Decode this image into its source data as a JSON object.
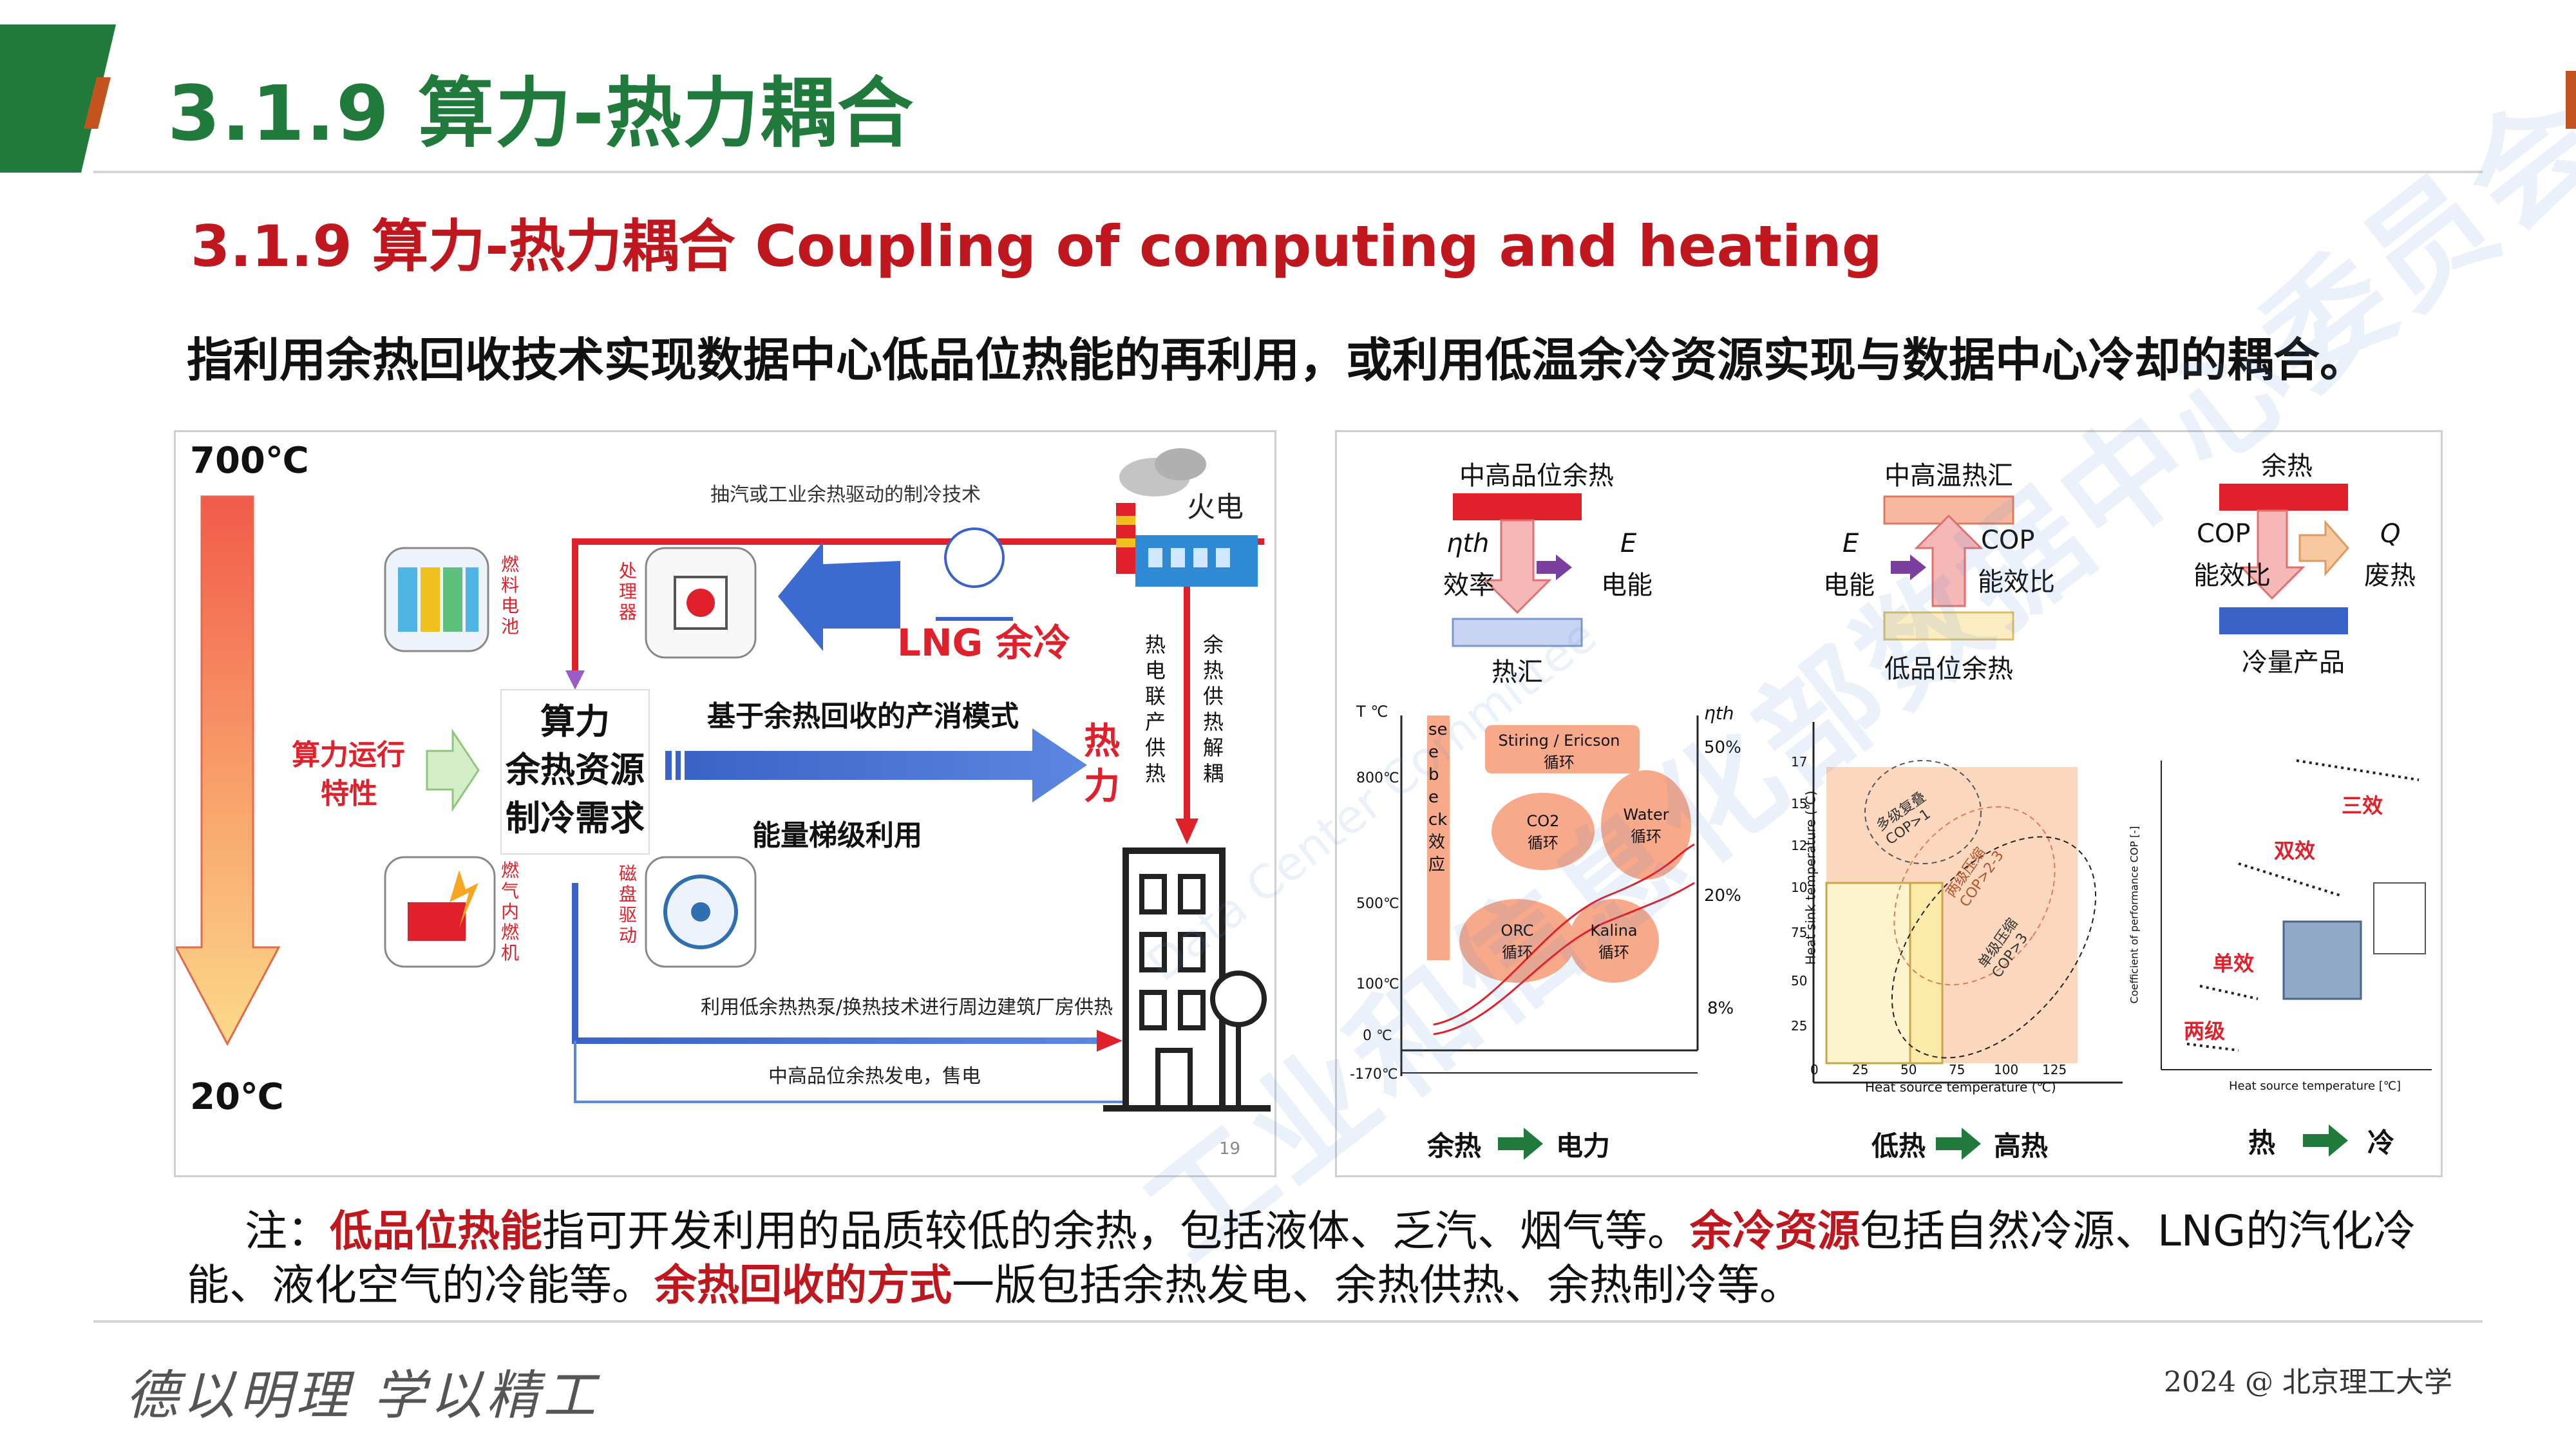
{
  "header": {
    "title": "3.1.9  算力-热力耦合",
    "subtitle": "3.1.9 算力-热力耦合  Coupling of computing and heating",
    "definition": "指利用余热回收技术实现数据中心低品位热能的再利用，或利用低温余冷资源实现与数据中心冷却的耦合。"
  },
  "watermark": {
    "cn": "工业和信息化部数据中心委员会",
    "en": "Data Center Committee"
  },
  "left_figure": {
    "temp_high": "700℃",
    "temp_low": "20℃",
    "fuel_cell": "燃料电池",
    "processor": "处理器",
    "gas_engine": "燃气内燃机",
    "disk_drive": "磁盘驱动",
    "lng": "LNG 余冷",
    "fire_power": "火电",
    "top_route": "抽汽或工业余热驱动的制冷技术",
    "center": "算力余热资源制冷需求",
    "center_l1": "算力",
    "center_l2": "余热资源",
    "center_l3": "制冷需求",
    "compute_char_l1": "算力运行",
    "compute_char_l2": "特性",
    "mode": "基于余热回收的产消模式",
    "cascade": "能量梯级利用",
    "heat_l1": "热",
    "heat_l2": "力",
    "chp": "热电联产供热",
    "waste_heat_decouple": "余热供热解耦",
    "low_heat_pump": "利用低余热热泵/换热技术进行周边建筑厂房供热",
    "mid_high_gen": "中高品位余热发电，售电",
    "page_no": "19",
    "colors": {
      "red": "#e0202a",
      "blue": "#3a63c7",
      "orange": "#f08a3c"
    }
  },
  "right_figure": {
    "d1": {
      "top": "中高品位余热",
      "eta": "ηth",
      "eta_cn": "效率",
      "e": "E",
      "e_cn": "电能",
      "bottom": "热汇"
    },
    "d2": {
      "top": "中高温热汇",
      "e": "E",
      "e_cn": "电能",
      "cop": "COP",
      "cop_cn": "能效比",
      "bottom": "低品位余热"
    },
    "d3": {
      "top": "余热",
      "cop": "COP",
      "cop_cn": "能效比",
      "q": "Q",
      "q_cn": "废热",
      "bottom": "冷量产品"
    },
    "c1": {
      "ylabel": "T ℃",
      "y2label": "ηth",
      "ticks": [
        "800℃",
        "500℃",
        "100℃",
        "0 ℃",
        "-170℃"
      ],
      "ticks2": [
        "50%",
        "20%",
        "8%"
      ],
      "seebeck": "seebeck效应",
      "cycles": [
        "Stiring / Ericson 循环",
        "CO2 循环",
        "Water 循环",
        "ORC 循环",
        "Kalina 循环"
      ],
      "caption_from": "余热",
      "caption_to": "电力"
    },
    "c2": {
      "ylabel": "Heat sink temperature (℃)",
      "xlabel": "Heat source temperature (℃)",
      "xticks": [
        "0",
        "25",
        "50",
        "75",
        "100",
        "125"
      ],
      "yticks": [
        "17",
        "15",
        "12",
        "10",
        "75",
        "50",
        "25"
      ],
      "zones": [
        "多级复叠 COP>1",
        "两级压缩 COP>2-3",
        "单级压缩 COP>3"
      ],
      "caption_from": "低热",
      "caption_to": "高热"
    },
    "c3": {
      "ylabel": "Coefficient of performance COP [-]",
      "xlabel": "Heat source temperature [℃]",
      "labels": [
        "三效",
        "双效",
        "单效",
        "两级"
      ],
      "caption_from": "热",
      "caption_to": "冷"
    }
  },
  "note": {
    "prefix": "注：",
    "t1": "低品位热能",
    "s1": "指可开发利用的品质较低的余热，包括液体、乏汽、烟气等。",
    "t2": "余冷资源",
    "s2": "包括自然冷源、LNG的汽化冷能、液化空气的冷能等。",
    "t3": "余热回收的方式",
    "s3": "一版包括余热发电、余热供热、余热制冷等。"
  },
  "footer": {
    "motto": "德以明理  学以精工",
    "right": "2024 @ 北京理工大学"
  }
}
